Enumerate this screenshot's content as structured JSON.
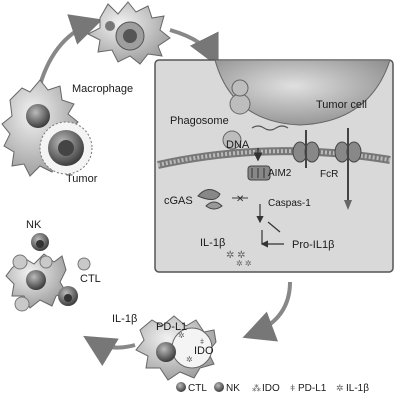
{
  "labels": {
    "macrophage": "Macrophage",
    "tumor": "Tumor",
    "phagosome": "Phagosome",
    "tumor_cell": "Tumor cell",
    "dna": "DNA",
    "aim2": "AIM2",
    "fcr": "FcR",
    "cgas": "cGAS",
    "caspase": "Caspas-1",
    "il1b": "IL-1β",
    "pro_il1b": "Pro-IL1β",
    "nk": "NK",
    "ctl": "CTL",
    "il1b_bottom": "IL-1β",
    "pdl1": "PD-L1",
    "ido": "IDO"
  },
  "legend": [
    {
      "key": "ctl",
      "label": "CTL"
    },
    {
      "key": "nk",
      "label": "NK"
    },
    {
      "key": "ido",
      "label": "IDO"
    },
    {
      "key": "pdl1",
      "label": "PD-L1"
    },
    {
      "key": "il1b",
      "label": "IL-1β"
    }
  ],
  "icons": [
    "macrophage-icon",
    "tumor-icon",
    "nk-cell-icon",
    "ctl-cell-icon",
    "ido-icon",
    "pdl1-icon",
    "il1b-icon"
  ],
  "colors": {
    "panel_fill": "#d8d8d8",
    "panel_border": "#555555",
    "cell_dark": "#555555",
    "cell_light": "#bdbdbd"
  }
}
